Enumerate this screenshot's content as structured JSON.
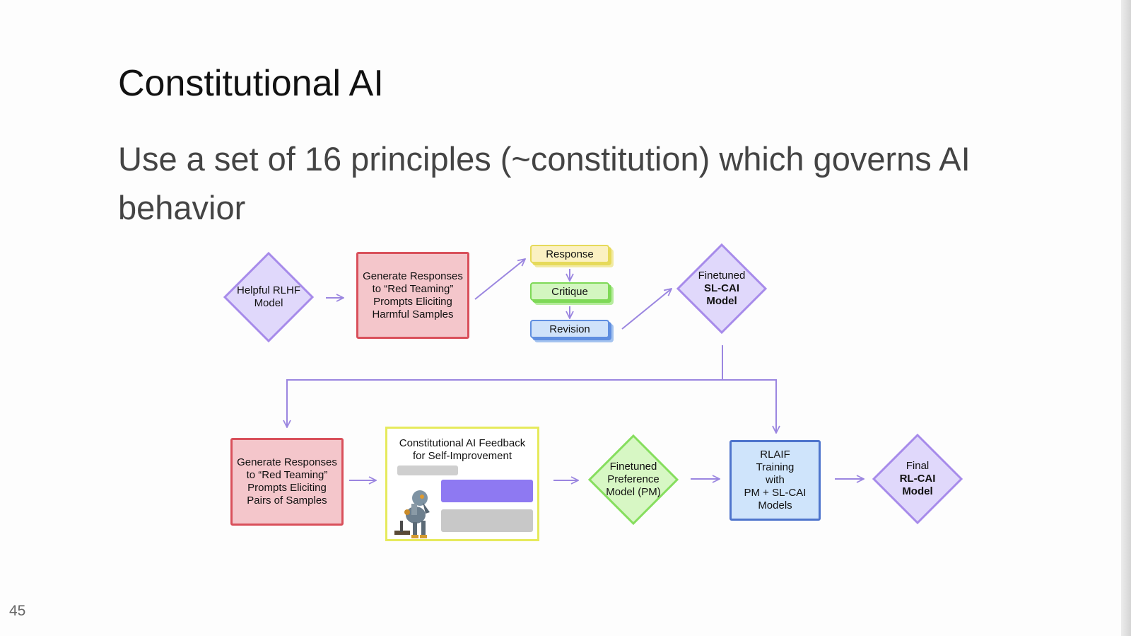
{
  "slide": {
    "title": "Constitutional AI",
    "subtitle": "Use a set of 16 principles (~constitution) which governs AI behavior",
    "number": "45"
  },
  "diagram": {
    "helpful_model": [
      "Helpful RLHF",
      "Model"
    ],
    "gen_responses_1": [
      "Generate Responses",
      "to “Red Teaming”",
      "Prompts Eliciting",
      "Harmful Samples"
    ],
    "response": "Response",
    "critique": "Critique",
    "revision": "Revision",
    "sl_cai": {
      "line1": "Finetuned",
      "line2": "SL-CAI",
      "line3": "Model"
    },
    "gen_responses_2": [
      "Generate Responses",
      "to “Red Teaming”",
      "Prompts Eliciting",
      "Pairs of Samples"
    ],
    "feedback": [
      "Constitutional AI Feedback",
      "for Self-Improvement"
    ],
    "pm": [
      "Finetuned",
      "Preference",
      "Model (PM)"
    ],
    "rlaif": [
      "RLAIF",
      "Training",
      "with",
      "PM + SL-CAI",
      "Models"
    ],
    "rl_cai": {
      "line1": "Final",
      "line2": "RL-CAI",
      "line3": "Model"
    }
  },
  "colors": {
    "arrow": "#9b86e0",
    "diamond_purple_fill": "#e0d8fb",
    "diamond_purple_stroke": "#a78bea",
    "diamond_green_fill": "#d7f7c4",
    "diamond_green_stroke": "#86de5e",
    "red_fill": "#f4c6cb",
    "red_stroke": "#d9505b",
    "blue_fill": "#cfe4fb",
    "blue_stroke": "#4e74cc"
  }
}
